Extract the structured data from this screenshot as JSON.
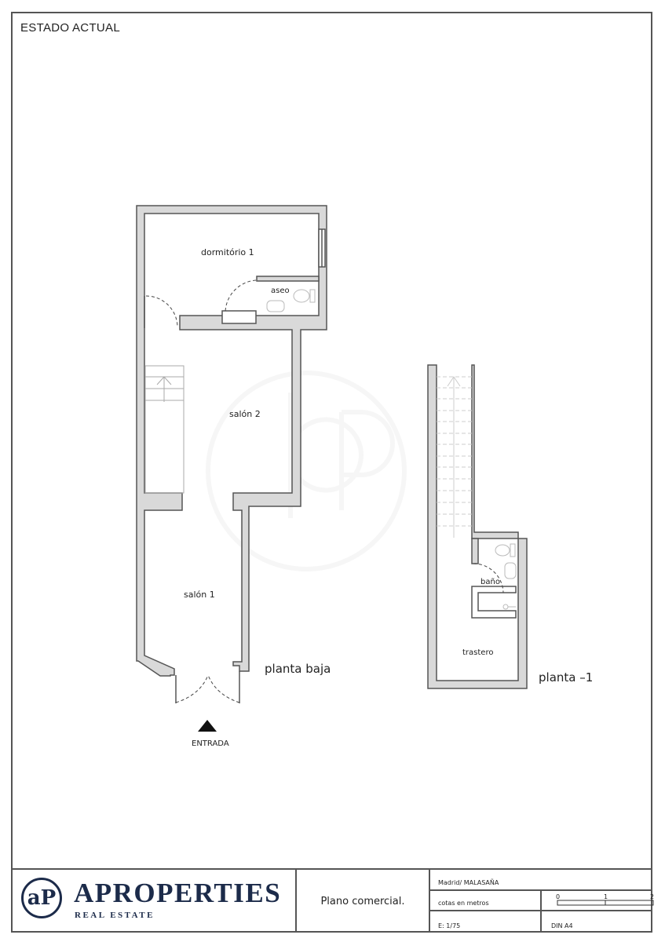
{
  "sheet": {
    "title": "ESTADO ACTUAL"
  },
  "plan_ground": {
    "label": "planta baja",
    "rooms": {
      "dormitorio": "dormitório 1",
      "aseo": "aseo",
      "salon2": "salón 2",
      "salon1": "salón 1"
    },
    "entrance_label": "ENTRADA"
  },
  "plan_basement": {
    "label": "planta –1",
    "rooms": {
      "bano": "baño",
      "trastero": "trastero"
    }
  },
  "title_block": {
    "brand": "APROPERTIES",
    "brand_sub": "REAL ESTATE",
    "logo_mark": "aP",
    "description": "Plano comercial.",
    "location": "Madrid/ MALASAÑA",
    "units": "cotas en metros",
    "scale": "E: 1/75",
    "paper": "DIN A4",
    "scalebar": {
      "ticks": [
        "0",
        "1",
        "2"
      ]
    }
  },
  "colors": {
    "wall_fill": "#d9d9d9",
    "wall_stroke": "#555555",
    "brand": "#1c2b4a",
    "frame": "#555555"
  }
}
